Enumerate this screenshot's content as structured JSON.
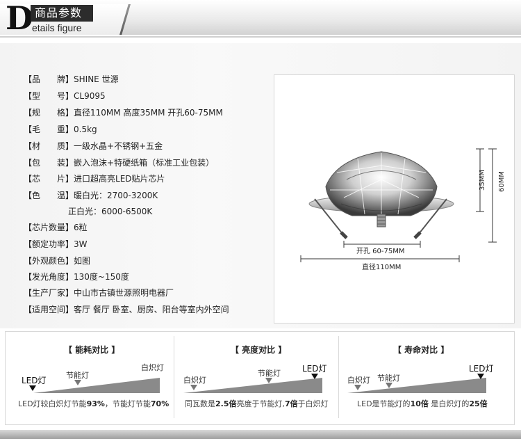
{
  "header": {
    "big_letter": "D",
    "title_cn": "商品参数",
    "title_en": "etails figure"
  },
  "specs": [
    {
      "label": "【品　　牌】",
      "value": "SHINE 世源"
    },
    {
      "label": "【型　　号】",
      "value": "CL9095"
    },
    {
      "label": "【规　　格】",
      "value": "直径110MM  高度35MM  开孔60-75MM"
    },
    {
      "label": "【毛　　重】",
      "value": "0.5kg"
    },
    {
      "label": "【材　　质】",
      "value": "一级水晶+不锈钢+五金"
    },
    {
      "label": "【包　　装】",
      "value": "嵌入泡沫+特硬纸箱（标准工业包装）"
    },
    {
      "label": "【芯　　片】",
      "value": "进口超高亮LED贴片芯片"
    },
    {
      "label": "【色　　温】",
      "value": "暖白光：2700-3200K"
    },
    {
      "label": "",
      "value": "正白光：6000-6500K"
    },
    {
      "label": "【芯片数量】",
      "value": "6粒"
    },
    {
      "label": "【额定功率】",
      "value": "3W"
    },
    {
      "label": "【外观颜色】",
      "value": "如图"
    },
    {
      "label": "【发光角度】",
      "value": "130度~150度"
    },
    {
      "label": "【生产厂家】",
      "value": "中山市古镇世源照明电器厂"
    },
    {
      "label": "【适用空间】",
      "value": "客厅 餐厅 卧室、厨房、阳台等室内外空间"
    }
  ],
  "diagram": {
    "height_label": "35MM",
    "total_height_label": "60MM",
    "hole_label": "开孔 60-75MM",
    "diameter_label": "直径110MM"
  },
  "compare": [
    {
      "title": "【 能耗对比 】",
      "labels": [
        "LED灯",
        "节能灯",
        "白炽灯"
      ],
      "note_parts": [
        "LED灯较白炽灯节能",
        "93%",
        "，节能灯节能",
        "70%"
      ]
    },
    {
      "title": "【 亮度对比 】",
      "labels": [
        "白炽灯",
        "节能灯",
        "LED灯"
      ],
      "note_parts": [
        "同瓦数是",
        "2.5倍",
        "亮度于节能灯,",
        "7倍",
        "于白炽灯"
      ]
    },
    {
      "title": "【 寿命对比 】",
      "labels": [
        "白炽灯",
        "节能灯",
        "LED灯"
      ],
      "note_parts": [
        "LED是节能灯的",
        "10倍",
        " 是白炽灯的",
        "25倍"
      ]
    }
  ],
  "colors": {
    "accent_dark": "#2c2c2c",
    "panel_gray": "#f4f4f4",
    "wedge_gray": "#8a8a8a"
  }
}
